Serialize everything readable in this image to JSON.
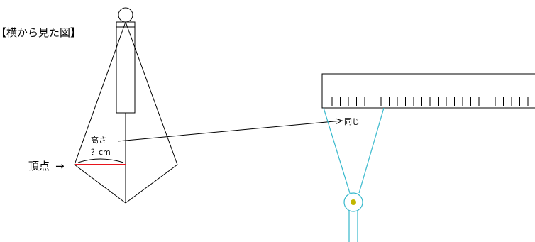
{
  "title": "【横から見た図】",
  "vertex_label": "頂点",
  "vertex_arrow": "→",
  "height_label": "高さ",
  "unknown_length": "？cm",
  "same_label": "同じ",
  "colors": {
    "outline": "#000000",
    "highlight": "#e8141c",
    "compass_leg": "#35b8cc",
    "pivot_dot": "#c2b600"
  }
}
